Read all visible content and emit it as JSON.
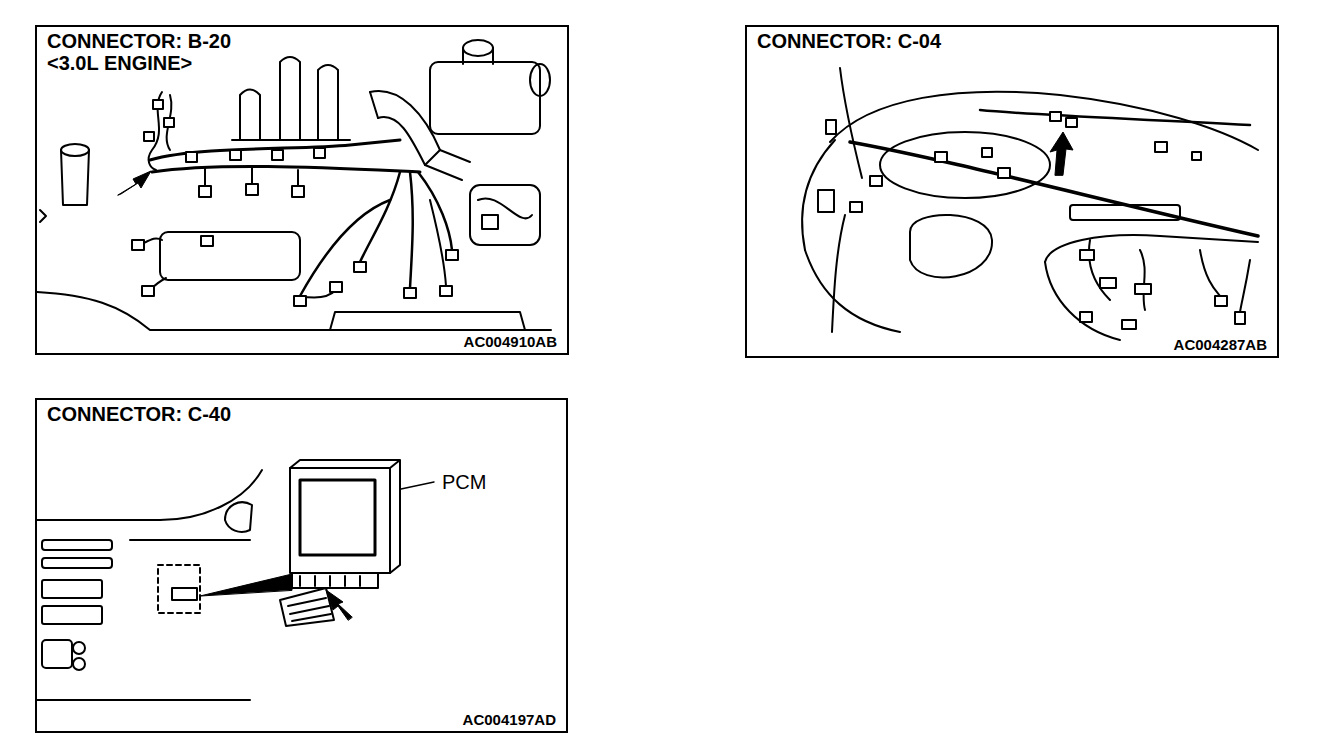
{
  "diagram": {
    "nodes": [
      {
        "text": [
          "CONNECTOR: B-20",
          "<3.0L ENGINE>",
          "AC004910AB"
        ]
      },
      {
        "text": [
          "CONNECTOR: C-04",
          "AC004287AB"
        ]
      },
      {
        "text": [
          "CONNECTOR: C-40",
          "AC004197AD"
        ]
      }
    ],
    "labels": [
      "PCM"
    ]
  }
}
